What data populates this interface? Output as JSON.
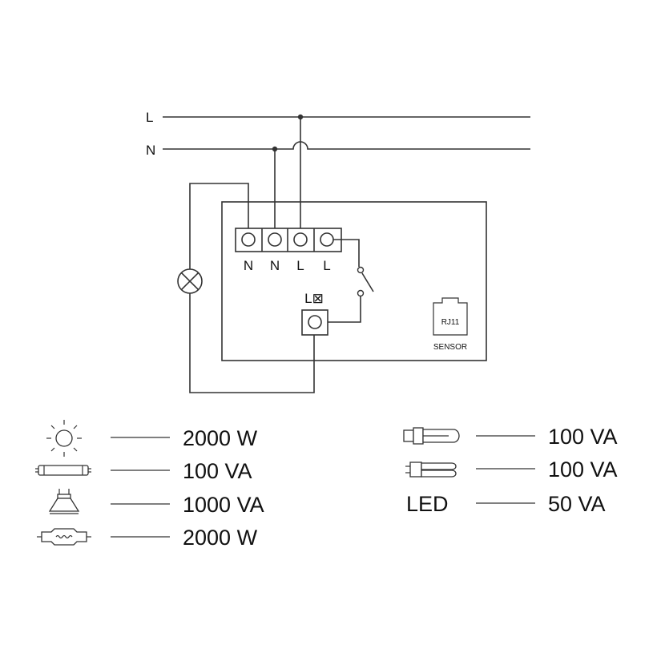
{
  "lines": {
    "live": "L",
    "neutral": "N"
  },
  "terminals": [
    "N",
    "N",
    "L",
    "L"
  ],
  "output_terminal": "L⊠",
  "sensor": {
    "port": "RJ11",
    "label": "SENSOR"
  },
  "loads": [
    {
      "icon": "incandescent-bulb-icon",
      "rating": "2000 W"
    },
    {
      "icon": "fluorescent-tube-icon",
      "rating": "100 VA"
    },
    {
      "icon": "halogen-spot-icon",
      "rating": "1000 VA"
    },
    {
      "icon": "linear-halogen-icon",
      "rating": "2000 W"
    },
    {
      "icon": "compact-fluorescent-icon",
      "rating": "100 VA"
    },
    {
      "icon": "pin-base-lamp-icon",
      "rating": "100 VA"
    },
    {
      "label": "LED",
      "rating": "50 VA"
    }
  ]
}
